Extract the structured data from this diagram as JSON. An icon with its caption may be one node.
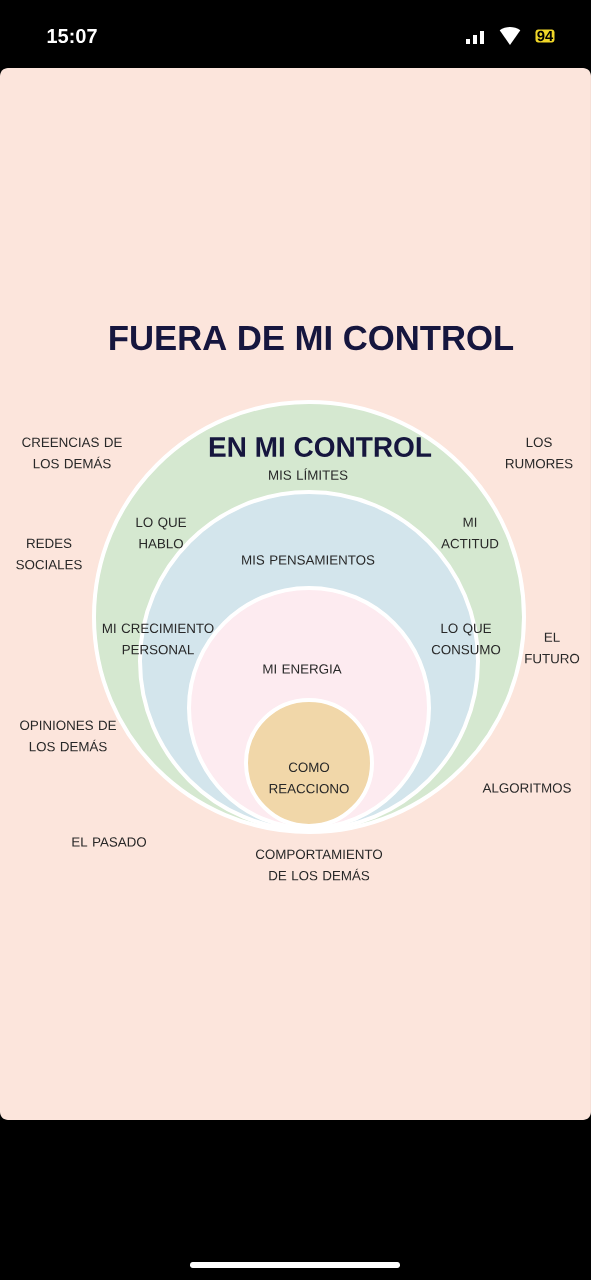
{
  "diagram": {
    "title": "FUERA DE MI CONTROL",
    "nodes": [
      {
        "text": [
          "EN MI CONTROL",
          "MIS LÍMITES",
          "LO QUE HABLO",
          "MI ACTITUD"
        ]
      },
      {
        "text": [
          "MIS PENSAMIENTOS",
          "MI CRECIMIENTO PERSONAL",
          "LO QUE CONSUMO"
        ],
        "in": 0
      },
      {
        "text": [
          "MI ENERGIA"
        ],
        "in": 1
      },
      {
        "text": [
          "COMO REACCIONO"
        ],
        "in": 2
      }
    ],
    "labels": [
      "15:07",
      "94",
      "CREENCIAS DE LOS DEMÁS",
      "LOS RUMORES",
      "REDES SOCIALES",
      "EL FUTURO",
      "OPINIONES DE LOS DEMÁS",
      "ALGORITMOS",
      "EL PASADO",
      "COMPORTAMIENTO DE LOS DEMÁS"
    ]
  }
}
